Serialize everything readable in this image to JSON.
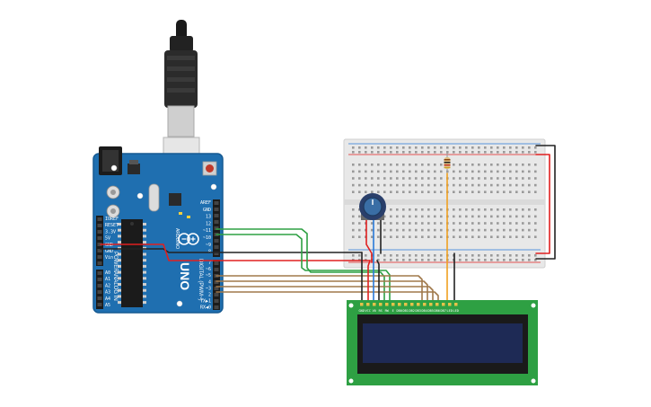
{
  "board": {
    "model_label": "UNO",
    "brand_label": "ARDUINO",
    "power_labels": [
      "IOREF",
      "RESET",
      "3.3V",
      "5V",
      "GND",
      "GND",
      "Vin"
    ],
    "analog_labels": [
      "A0",
      "A1",
      "A2",
      "A3",
      "A4",
      "A5"
    ],
    "analog_header": "ANALOG IN",
    "power_header": "POWER",
    "top_labels": [
      "AREF",
      "GND",
      "13",
      "12",
      "~11",
      "~10",
      "~9",
      "8"
    ],
    "bottom_labels": [
      "7",
      "~6",
      "~5",
      "4",
      "~3",
      "2",
      "TX▶1",
      "RX◀0"
    ],
    "digital_header": "DIGITAL (PWM~)"
  },
  "wire_colors": {
    "green": "#2ea043",
    "brown": "#a0784a",
    "red": "#e02020",
    "black": "#222222",
    "orange": "#f0a020",
    "blue": "#2a7ad8"
  },
  "lcd": {
    "pins": [
      "GND",
      "VCC",
      "V0",
      "RS",
      "RW",
      "E",
      "DB0",
      "DB1",
      "DB2",
      "DB3",
      "DB4",
      "DB5",
      "DB6",
      "DB7",
      "LED",
      "LED"
    ]
  }
}
